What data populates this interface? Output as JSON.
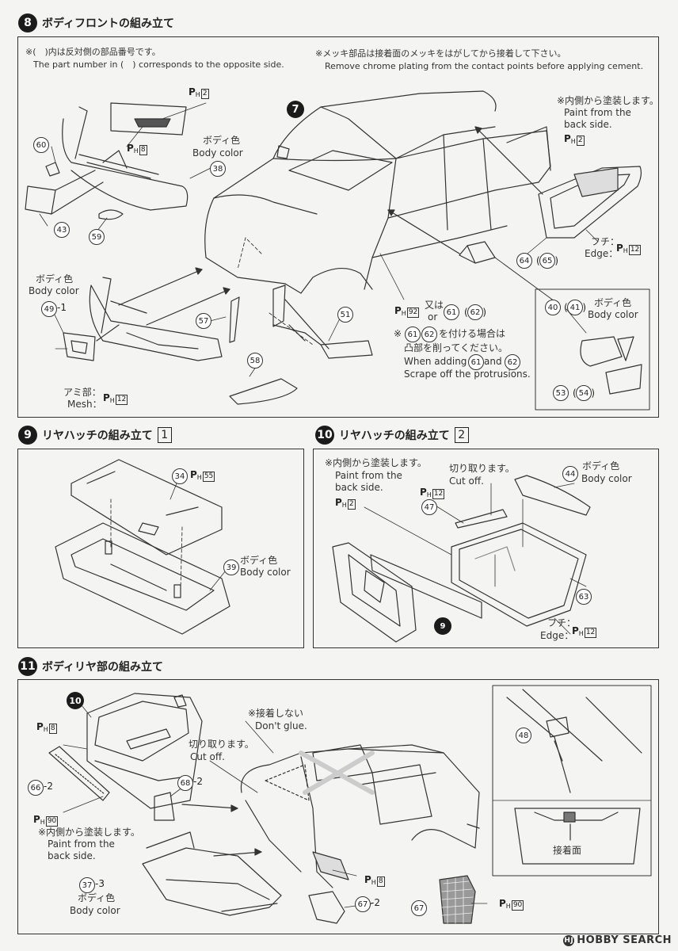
{
  "step8": {
    "num": "8",
    "title": "ボディフロントの組み立て",
    "note_left_jp": "※(　)内は反対側の部品番号です。",
    "note_left_en": "The part number in (　) corresponds to the opposite side.",
    "note_right_jp": "※メッキ部品は接着面のメッキをはがしてから接着して下さい。",
    "note_right_en": "Remove chrome plating from the contact points before applying cement.",
    "callout": "7",
    "paint_inside_jp": "※内側から塗装します。",
    "paint_inside_en1": "Paint from the",
    "paint_inside_en2": "back side.",
    "body_color_jp": "ボディ色",
    "body_color_en": "Body color",
    "edge_jp": "フチ：",
    "edge_en": "Edge：",
    "or_jp": "又は",
    "or_en": "or",
    "add_note_jp1": "※",
    "add_note_jp2": "を付ける場合は",
    "add_note_jp3": "凸部を削ってください。",
    "add_note_en1": "When adding",
    "add_note_en_and": "and",
    "add_note_en2": "Scrape off the protrusions.",
    "mesh_jp": "アミ部：",
    "mesh_en": "Mesh："
  },
  "step9": {
    "num": "9",
    "title": "リヤハッチの組み立て",
    "sub": "1"
  },
  "step10": {
    "num": "10",
    "title": "リヤハッチの組み立て",
    "sub": "2",
    "cut_jp": "切り取ります。",
    "cut_en": "Cut off."
  },
  "step11": {
    "num": "11",
    "title": "ボディリヤ部の組み立て",
    "callout": "10",
    "noglue_jp": "※接着しない",
    "noglue_en": "Don't glue.",
    "cut_jp": "切り取ります。",
    "cut_en": "Cut off.",
    "contact_jp": "接着面"
  },
  "paint": {
    "P": "P",
    "H": "H",
    "c2": "2",
    "c8": "8",
    "c12": "12",
    "c55": "55",
    "c90": "90",
    "c92": "92"
  },
  "parts": {
    "p60": "60",
    "p43": "43",
    "p59": "59",
    "p38": "38",
    "p49": "49",
    "s49": "-1",
    "p57": "57",
    "p58": "58",
    "p51": "51",
    "p61": "61",
    "p62": "62",
    "p64": "64",
    "p65": "65",
    "p40": "40",
    "p41": "41",
    "p53": "53",
    "p54": "54",
    "p34": "34",
    "p39": "39",
    "p44": "44",
    "p47": "47",
    "p63": "63",
    "p9": "9",
    "p66": "66",
    "s66": "-2",
    "p68": "68",
    "s68": "-2",
    "p37": "37",
    "s37": "-3",
    "p67": "67",
    "s67": "-2",
    "p67b": "67",
    "p48": "48"
  },
  "watermark": {
    "logo": "HJ",
    "text": "HOBBY SEARCH"
  }
}
